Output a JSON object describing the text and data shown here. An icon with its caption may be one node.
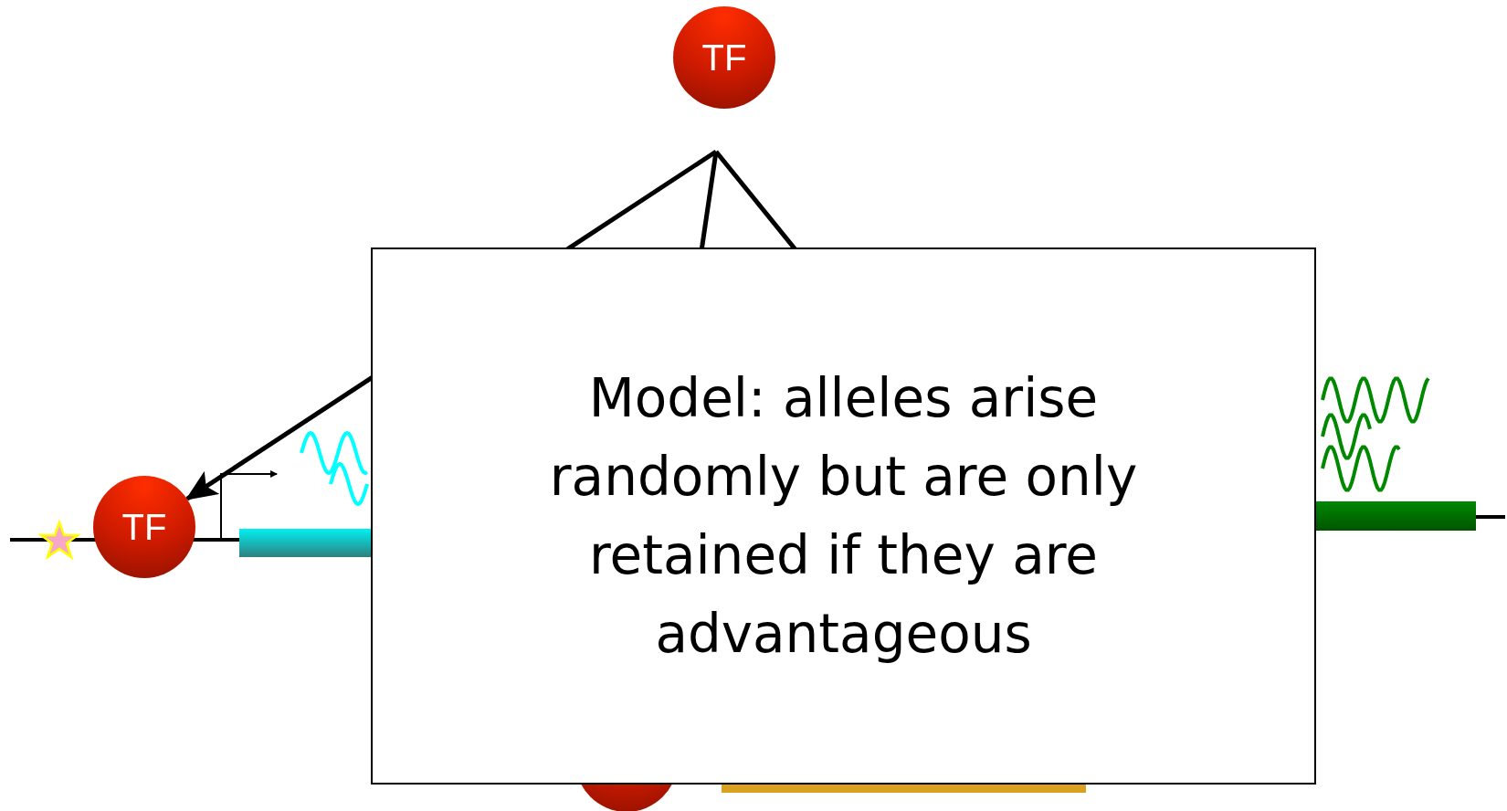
{
  "diagram": {
    "nodes": [
      {
        "text": [
          "TF"
        ]
      },
      {
        "text": [
          "TF"
        ]
      },
      {
        "text": [
          "Model: alleles arise randomly but are only retained if they are advantageous"
        ]
      },
      {
        "text": [],
        "shape": "circle"
      },
      {
        "text": [],
        "shape": "bar"
      },
      {
        "text": [],
        "shape": "bar"
      },
      {
        "text": [],
        "shape": "bar"
      }
    ],
    "edges": [
      {
        "from": null,
        "to": 1,
        "arrow": "to"
      },
      {
        "from": null,
        "to": 3,
        "arrow": "none"
      },
      {
        "from": null,
        "to": 6,
        "arrow": "none"
      }
    ]
  }
}
